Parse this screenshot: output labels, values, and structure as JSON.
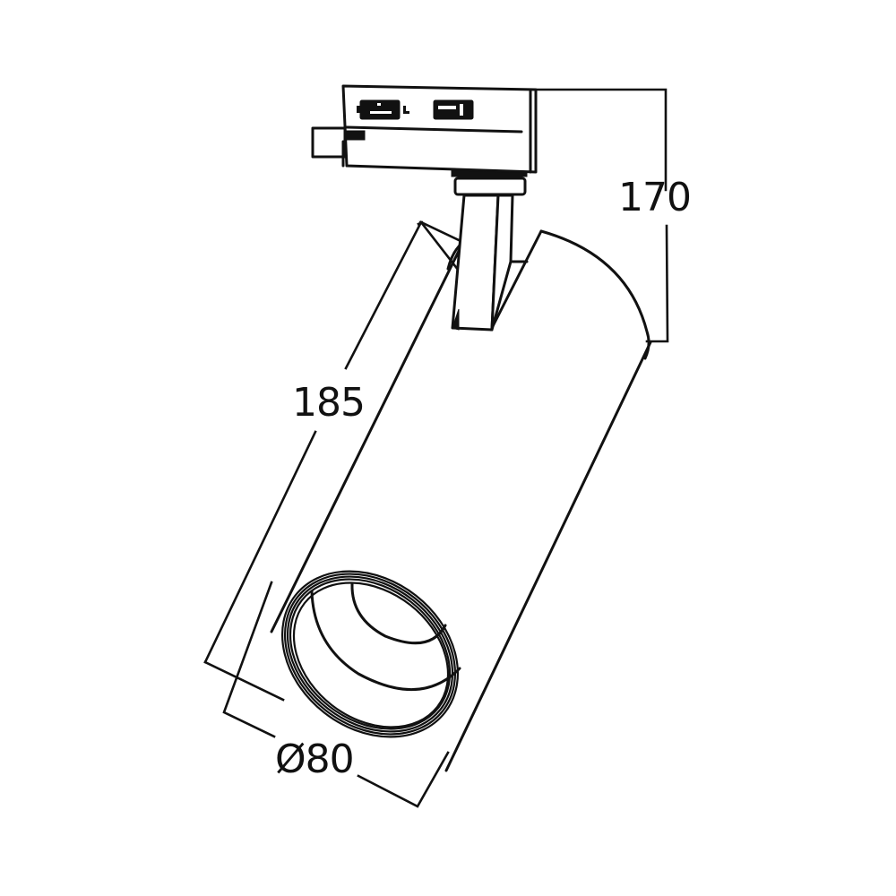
{
  "diagram": {
    "subject": "track spotlight dimension drawing",
    "line_color": "#111111",
    "background_color": "#ffffff",
    "dimensions": {
      "height": {
        "label": "170",
        "orientation": "vertical",
        "description": "overall height from adapter top to body"
      },
      "length": {
        "label": "185",
        "orientation": "diagonal",
        "description": "body length"
      },
      "diameter": {
        "label": "Ø80",
        "orientation": "diagonal",
        "description": "front diameter"
      }
    },
    "parts": [
      "track-adapter",
      "adapter-connector-tab",
      "rotation-collar",
      "mounting-arm",
      "cylindrical-body",
      "front-bezel-rings",
      "reflector-cone"
    ]
  }
}
